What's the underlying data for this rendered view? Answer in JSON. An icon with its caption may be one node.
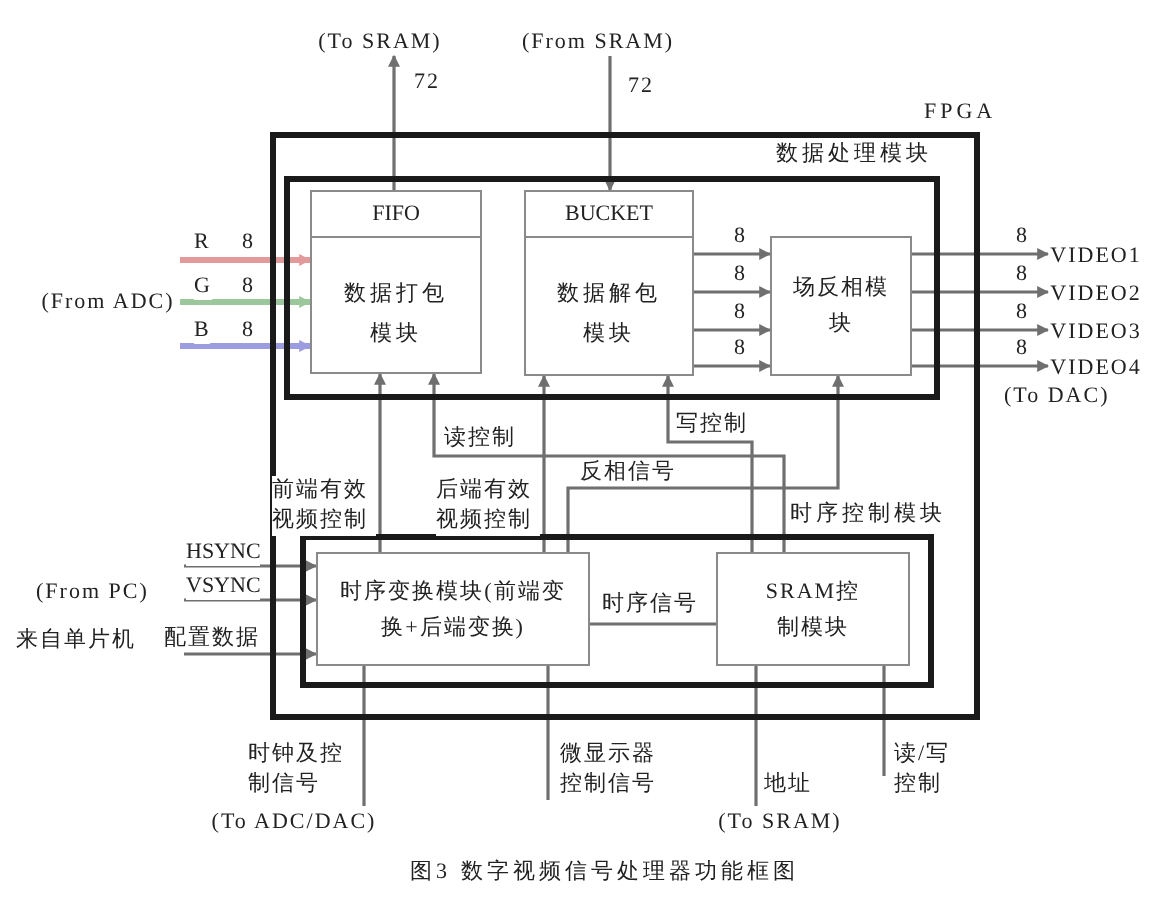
{
  "diagram": {
    "caption": "图3 数字视频信号处理器功能框图",
    "nodes": [
      {
        "text": [
          "FPGA"
        ]
      },
      {
        "text": [
          "数据处理模块"
        ],
        "in": 0
      },
      {
        "text": [
          "FIFO",
          "数据打包模块"
        ],
        "in": 1
      },
      {
        "text": [
          "BUCKET",
          "数据解包模块"
        ],
        "in": 1
      },
      {
        "text": [
          "场反相模块"
        ],
        "in": 1
      },
      {
        "text": [
          "时序控制模块"
        ],
        "in": 0
      },
      {
        "text": [
          "时序变换模块(前端变换+后端变换)"
        ],
        "in": 5
      },
      {
        "text": [
          "SRAM控制模块"
        ],
        "in": 5
      },
      {
        "text": [
          "(To SRAM)"
        ]
      },
      {
        "text": [
          "(From SRAM)"
        ]
      },
      {
        "text": [
          "(From ADC)"
        ]
      },
      {
        "text": [
          "VIDEO1"
        ]
      },
      {
        "text": [
          "VIDEO2"
        ]
      },
      {
        "text": [
          "VIDEO3"
        ]
      },
      {
        "text": [
          "VIDEO4"
        ]
      },
      {
        "text": [
          "(To ADC/DAC)"
        ]
      },
      {
        "text": [
          "(To SRAM)"
        ]
      }
    ],
    "edges": [
      {
        "from": 10,
        "to": 2,
        "arrow": "to",
        "label": "R",
        "color": "#e39a9a"
      },
      {
        "from": 10,
        "to": 2,
        "arrow": "to",
        "label": "G",
        "color": "#9cc79c"
      },
      {
        "from": 10,
        "to": 2,
        "arrow": "to",
        "label": "B",
        "color": "#9c9ce0"
      },
      {
        "from": 2,
        "to": 8,
        "arrow": "to"
      },
      {
        "from": 9,
        "to": 3,
        "arrow": "to"
      },
      {
        "from": 3,
        "to": 4,
        "arrow": "to"
      },
      {
        "from": 3,
        "to": 4,
        "arrow": "to"
      },
      {
        "from": 3,
        "to": 4,
        "arrow": "to"
      },
      {
        "from": 3,
        "to": 4,
        "arrow": "to"
      },
      {
        "from": 4,
        "to": 11,
        "arrow": "to"
      },
      {
        "from": 4,
        "to": 12,
        "arrow": "to"
      },
      {
        "from": 4,
        "to": 13,
        "arrow": "to"
      },
      {
        "from": 4,
        "to": 14,
        "arrow": "to"
      },
      {
        "from": 6,
        "to": 2,
        "arrow": "to",
        "label": "前端有效视频控制"
      },
      {
        "from": 7,
        "to": 2,
        "arrow": "to",
        "label": "读控制"
      },
      {
        "from": 6,
        "to": 3,
        "arrow": "to",
        "label": "后端有效视频控制"
      },
      {
        "from": 7,
        "to": 3,
        "arrow": "to",
        "label": "写控制"
      },
      {
        "from": 6,
        "to": 4,
        "arrow": "to",
        "label": "反相信号"
      },
      {
        "from": 6,
        "to": 7,
        "arrow": "none",
        "label": "时序信号"
      },
      {
        "from": null,
        "to": 6,
        "arrow": "to",
        "label": "HSYNC"
      },
      {
        "from": null,
        "to": 6,
        "arrow": "to",
        "label": "VSYNC"
      },
      {
        "from": null,
        "to": 6,
        "arrow": "to",
        "label": "配置数据"
      },
      {
        "from": 6,
        "to": 15,
        "arrow": "none",
        "label": "时钟及控制信号"
      },
      {
        "from": 6,
        "to": null,
        "arrow": "none",
        "label": "微显示器控制信号"
      },
      {
        "from": 7,
        "to": 16,
        "arrow": "none",
        "label": "地址"
      },
      {
        "from": 7,
        "to": null,
        "arrow": "none",
        "label": "读/写控制"
      }
    ],
    "labels": [
      "72",
      "72",
      "8",
      "8",
      "8",
      "8",
      "8",
      "8",
      "8",
      "8",
      "8",
      "8",
      "8",
      "(To DAC)",
      "(From PC)",
      "来自单片机"
    ]
  }
}
